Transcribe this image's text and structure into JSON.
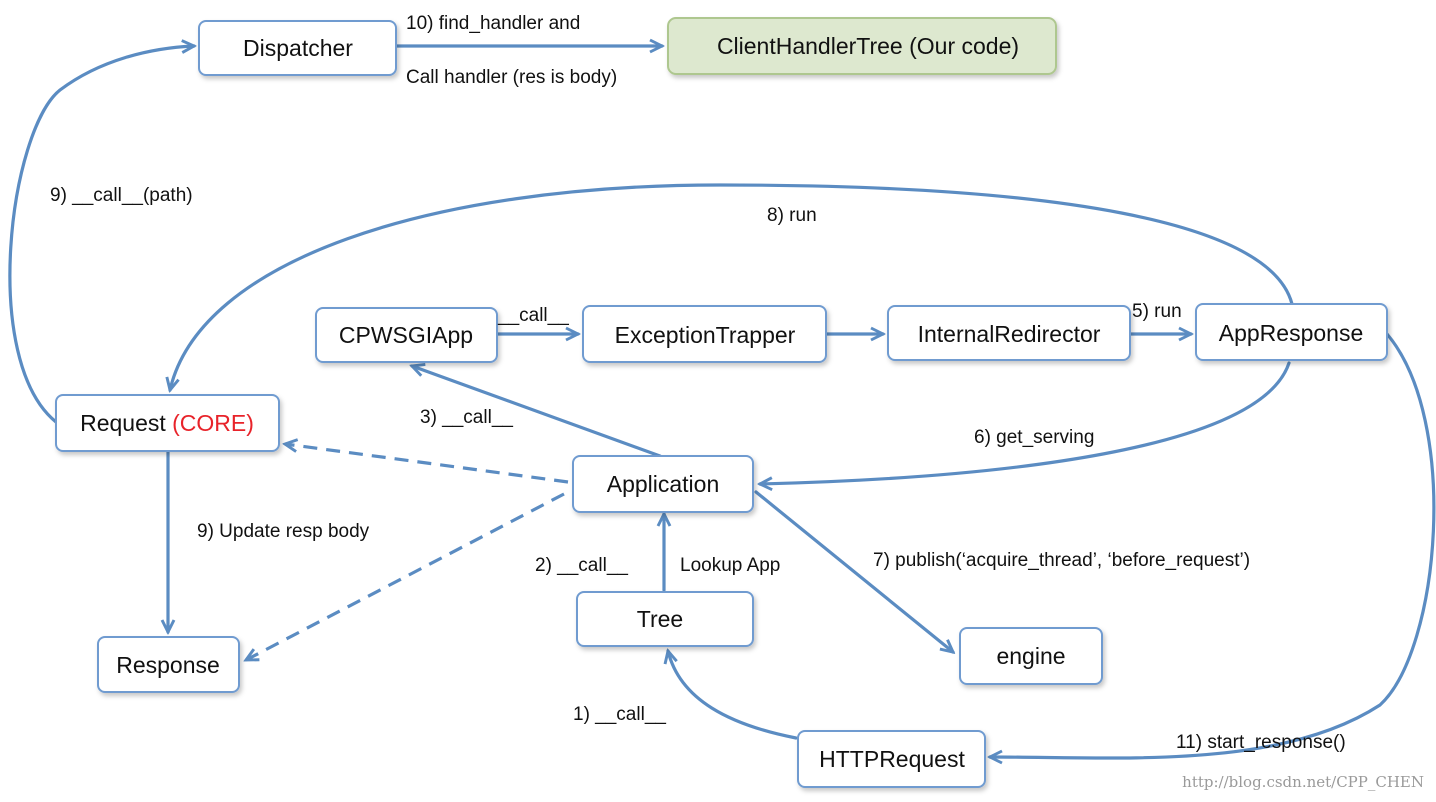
{
  "nodes": {
    "dispatcher": "Dispatcher",
    "client_handler_tree": "ClientHandlerTree (Our code)",
    "cpwsgiapp": "CPWSGIApp",
    "exception_trapper": "ExceptionTrapper",
    "internal_redirector": "InternalRedirector",
    "app_response": "AppResponse",
    "request": "Request",
    "request_tag": "(CORE)",
    "application": "Application",
    "tree": "Tree",
    "response": "Response",
    "engine": "engine",
    "http_request": "HTTPRequest"
  },
  "edge_labels": {
    "find_handler_1": "10) find_handler and",
    "find_handler_2": "Call handler (res is body)",
    "call_path": "9) __call__(path)",
    "run_8": "8) run",
    "call_cp": "__call__",
    "run_5": "5) run",
    "call_3": "3) __call__",
    "get_serving": "6) get_serving",
    "update_resp": "9) Update resp body",
    "call_2": "2) __call__",
    "lookup_app": "Lookup App",
    "publish": "7) publish(‘acquire_thread’, ‘before_request’)",
    "call_1": "1) __call__",
    "start_response": "11) start_response()"
  },
  "watermark": "http://blog.csdn.net/CPP_CHEN",
  "colors": {
    "edge": "#5b8cc2",
    "node_border": "#6f9bd0",
    "highlight_fill": "#dde8cf",
    "highlight_border": "#aec78f",
    "core_tag": "#e8232a"
  }
}
